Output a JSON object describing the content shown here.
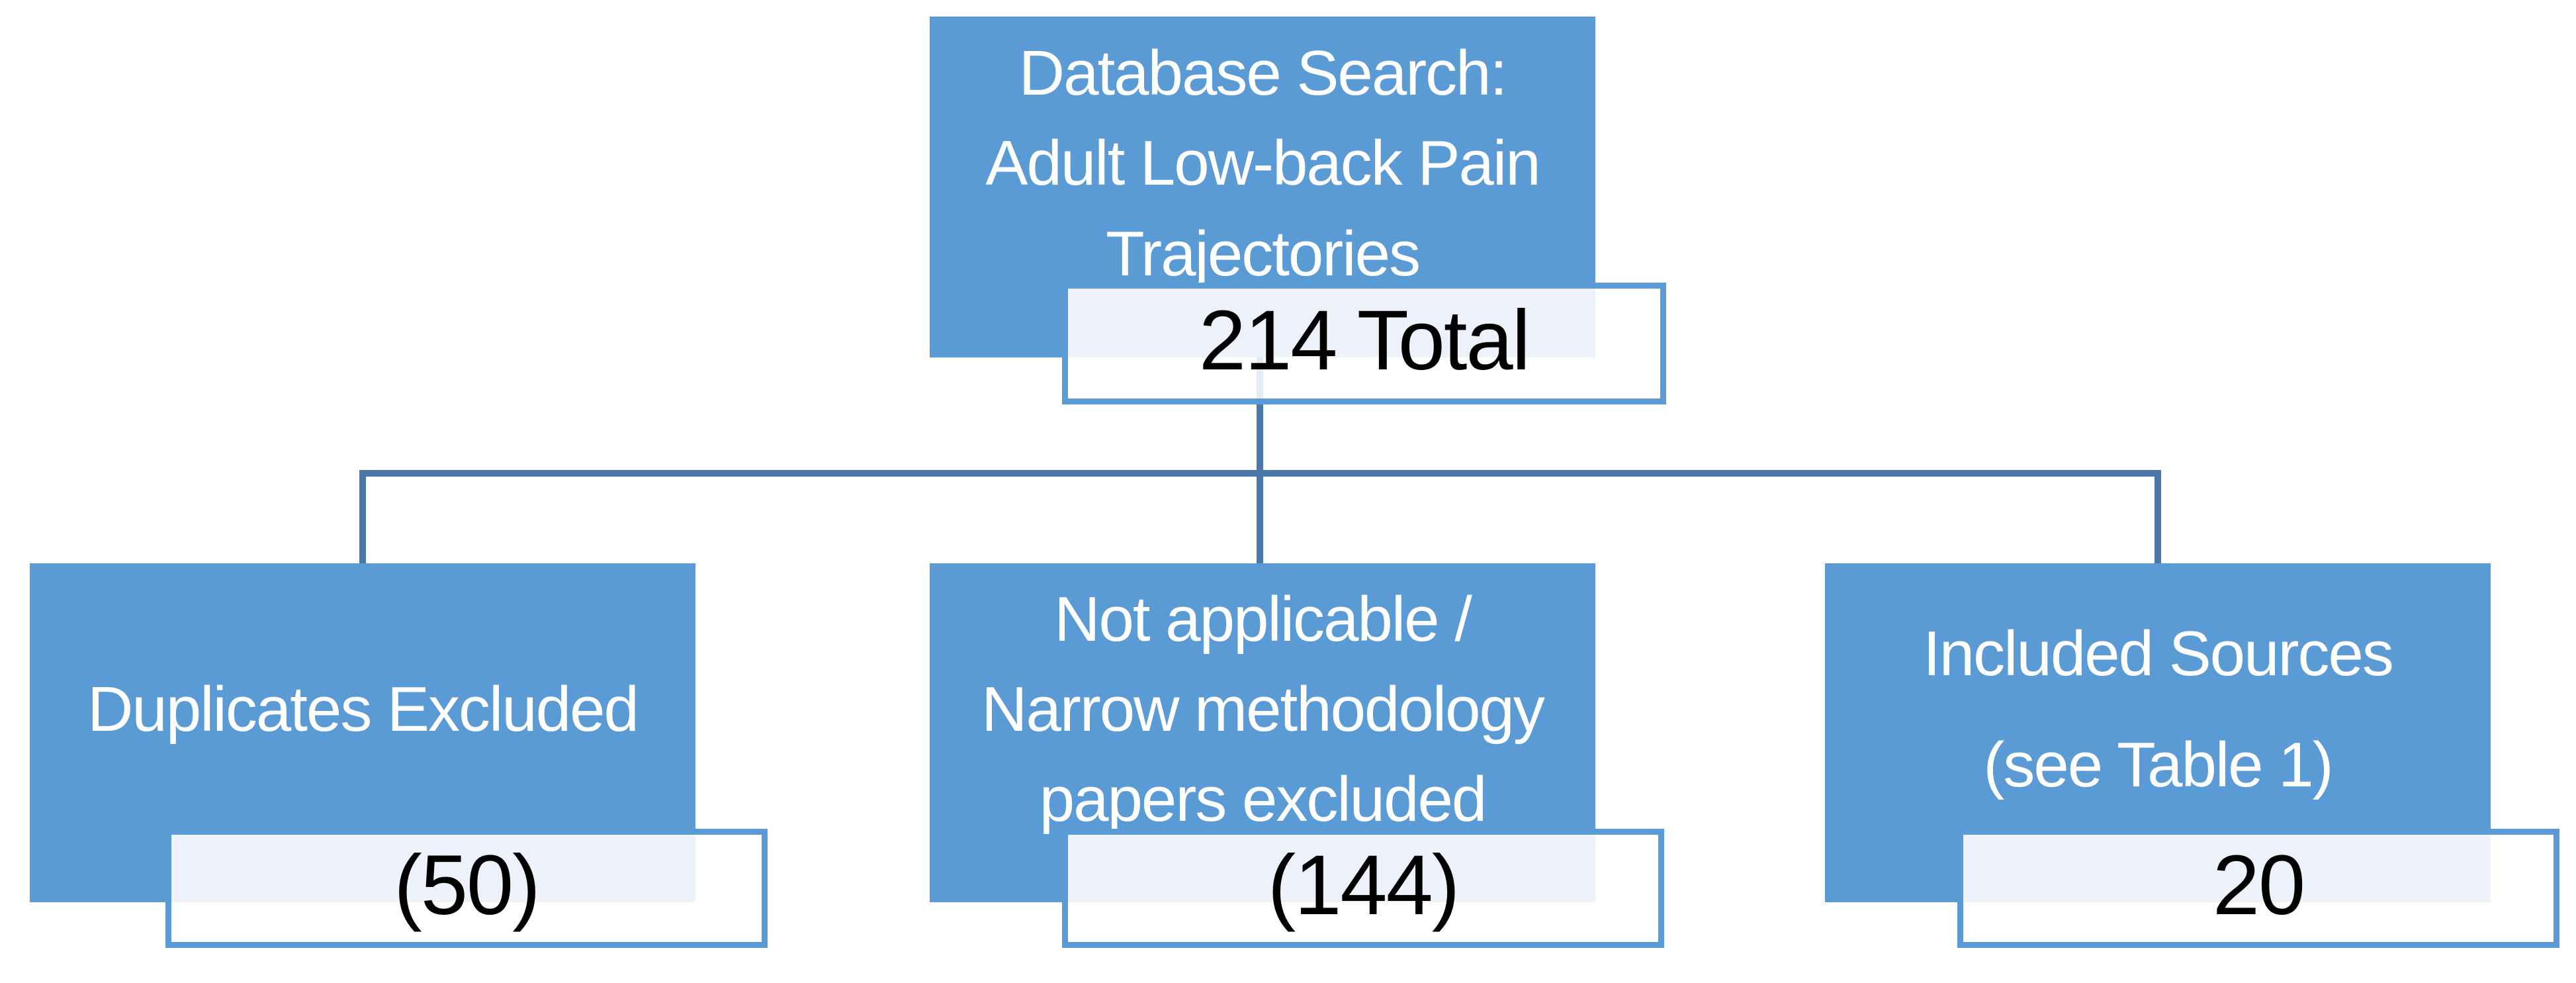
{
  "flowchart": {
    "type": "hierarchy-flowchart",
    "root": {
      "label": "Database Search:\nAdult Low-back Pain\nTrajectories",
      "value": "214 Total"
    },
    "children": [
      {
        "label": "Duplicates Excluded",
        "value": "(50)"
      },
      {
        "label": "Not applicable /\nNarrow methodology\npapers excluded",
        "value": "(144)"
      },
      {
        "label": "Included Sources\n(see Table 1)",
        "value": "20"
      }
    ]
  },
  "colors": {
    "box-fill": "#5b9bd5",
    "box-border": "#5b9bd5",
    "connector": "#4a78a8",
    "value-box-bg": "#ffffff",
    "value-box-tint": "#edf2fa",
    "faint-connector": "#e3ebf4",
    "label-text": "#ffffff",
    "value-text": "#000000",
    "canvas-bg": "#ffffff"
  }
}
